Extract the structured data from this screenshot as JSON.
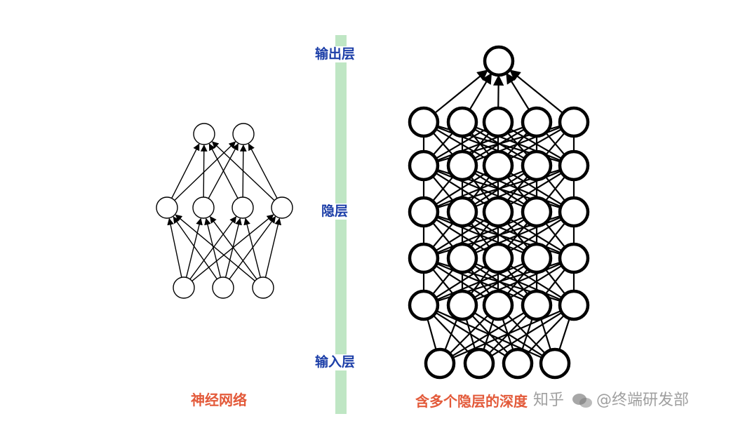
{
  "labels": {
    "output_layer": "输出层",
    "hidden_layer": "隐层",
    "input_layer": "输入层"
  },
  "captions": {
    "left": "神经网络",
    "right": "含多个隐层的深度"
  },
  "watermark": {
    "platform": "知乎",
    "account": "@终端研发部"
  },
  "colors": {
    "divider": "#bfe6c4",
    "layer_label": "#1d3fa8",
    "caption": "#e35a3a",
    "stroke": "#000000"
  },
  "networks": {
    "shallow": {
      "layers": [
        3,
        4,
        2
      ]
    },
    "deep": {
      "layers": [
        4,
        5,
        5,
        5,
        5,
        5,
        1
      ]
    }
  }
}
